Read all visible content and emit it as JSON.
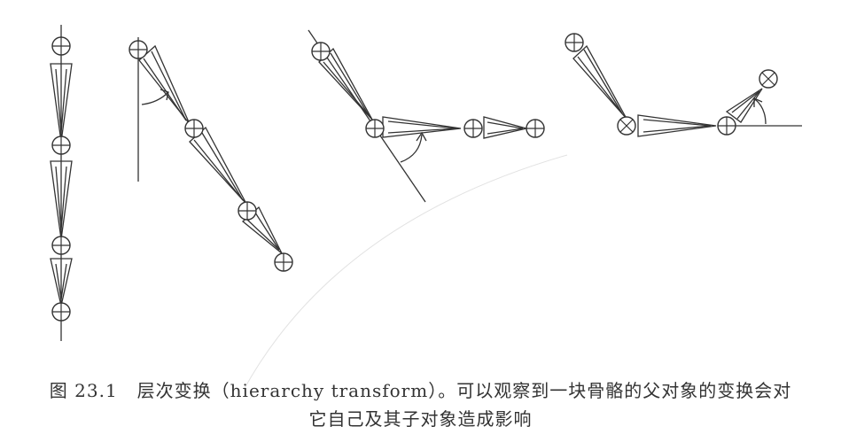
{
  "caption": {
    "label": "图 23.1",
    "line1": "层次变换（hierarchy transform）。可以观察到一块骨骼的父对象的变换会对",
    "line2": "它自己及其子对象造成影响"
  }
}
